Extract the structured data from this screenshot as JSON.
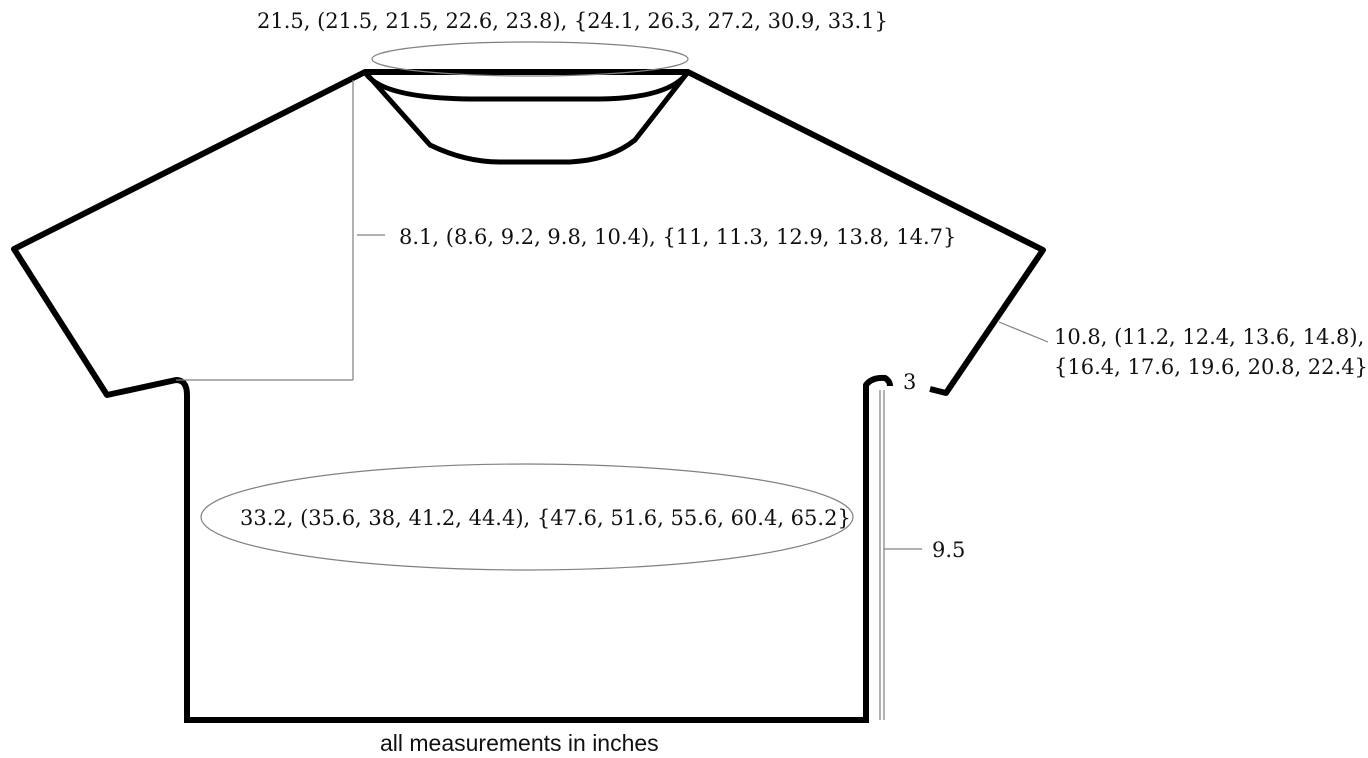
{
  "diagram": {
    "neck_width_label": "21.5, (21.5, 21.5, 22.6, 23.8), {24.1, 26.3, 27.2, 30.9, 33.1}",
    "armhole_depth_label": "8.1, (8.6, 9.2, 9.8, 10.4), {11, 11.3, 12.9, 13.8, 14.7}",
    "sleeve_circumference_label_line1": "10.8, (11.2, 12.4, 13.6, 14.8),",
    "sleeve_circumference_label_line2": "{16.4, 17.6, 19.6, 20.8, 22.4}",
    "underarm_label": "3",
    "chest_circumference_label": "33.2, (35.6, 38, 41.2, 44.4), {47.6, 51.6, 55.6, 60.4, 65.2}",
    "body_length_label": "9.5",
    "footer_note": "all measurements in inches"
  },
  "colors": {
    "outline": "#000000",
    "measure_line": "#808080",
    "text": "#111111",
    "background": "#ffffff"
  }
}
